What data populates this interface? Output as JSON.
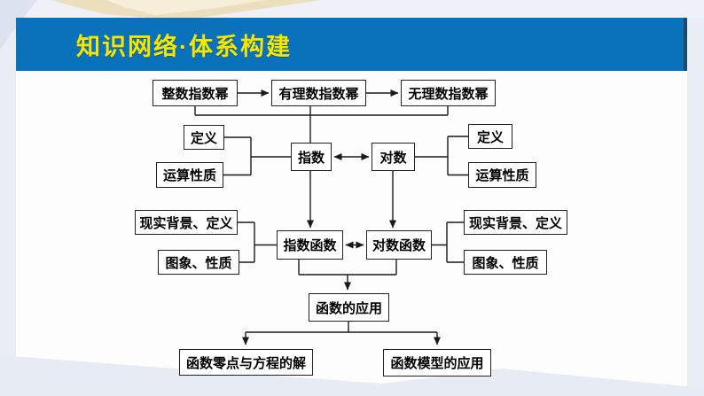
{
  "header": {
    "title": "知识网络·体系构建"
  },
  "colors": {
    "banner": "#0a72ba",
    "banner_edge": "#24476b",
    "title": "#f6e602",
    "line": "#1a1a1a",
    "box_border": "#222222",
    "bg_side": "#e9edf4",
    "bg_top": "#eef1f7",
    "deco_beige": "#ecdfbe",
    "deco_beige_light": "#f7eeda",
    "deco_bottom": "#e6ebf4",
    "deco_corner": "#dde3ee"
  },
  "diagram": {
    "nodes": [
      {
        "id": "integer-exponent",
        "label": "整数指数幂"
      },
      {
        "id": "rational-exponent",
        "label": "有理数指数幂"
      },
      {
        "id": "irrational-exponent",
        "label": "无理数指数幂"
      },
      {
        "id": "definition-left",
        "label": "定义"
      },
      {
        "id": "operation-properties-left",
        "label": "运算性质"
      },
      {
        "id": "exponent",
        "label": "指数"
      },
      {
        "id": "logarithm",
        "label": "对数"
      },
      {
        "id": "definition-right",
        "label": "定义"
      },
      {
        "id": "operation-properties-right",
        "label": "运算性质"
      },
      {
        "id": "background-definition-left",
        "label": "现实背景、定义"
      },
      {
        "id": "graph-properties-left",
        "label": "图象、性质"
      },
      {
        "id": "exponential-function",
        "label": "指数函数"
      },
      {
        "id": "logarithmic-function",
        "label": "对数函数"
      },
      {
        "id": "background-definition-right",
        "label": "现实背景、定义"
      },
      {
        "id": "graph-properties-right",
        "label": "图象、性质"
      },
      {
        "id": "function-application",
        "label": "函数的应用"
      },
      {
        "id": "zeros-and-equations",
        "label": "函数零点与方程的解"
      },
      {
        "id": "function-models",
        "label": "函数模型的应用"
      }
    ],
    "edges": [
      {
        "from": "integer-exponent",
        "to": "rational-exponent",
        "style": "arrow"
      },
      {
        "from": "rational-exponent",
        "to": "irrational-exponent",
        "style": "arrow"
      },
      {
        "from": "exponent-power-row",
        "to": "exponent",
        "style": "line"
      },
      {
        "from": "definition-left",
        "to": "exponent",
        "style": "line"
      },
      {
        "from": "operation-properties-left",
        "to": "exponent",
        "style": "line"
      },
      {
        "from": "exponent",
        "to": "logarithm",
        "style": "double-arrow"
      },
      {
        "from": "logarithm",
        "to": "definition-right",
        "style": "line"
      },
      {
        "from": "logarithm",
        "to": "operation-properties-right",
        "style": "line"
      },
      {
        "from": "exponent",
        "to": "exponential-function",
        "style": "arrow"
      },
      {
        "from": "logarithm",
        "to": "logarithmic-function",
        "style": "arrow"
      },
      {
        "from": "background-definition-left",
        "to": "exponential-function",
        "style": "line"
      },
      {
        "from": "graph-properties-left",
        "to": "exponential-function",
        "style": "line"
      },
      {
        "from": "exponential-function",
        "to": "logarithmic-function",
        "style": "double-arrow"
      },
      {
        "from": "logarithmic-function",
        "to": "background-definition-right",
        "style": "line"
      },
      {
        "from": "logarithmic-function",
        "to": "graph-properties-right",
        "style": "line"
      },
      {
        "from": "exponential-function",
        "to": "function-application",
        "style": "arrow"
      },
      {
        "from": "logarithmic-function",
        "to": "function-application",
        "style": "arrow"
      },
      {
        "from": "function-application",
        "to": "zeros-and-equations",
        "style": "arrow"
      },
      {
        "from": "function-application",
        "to": "function-models",
        "style": "arrow"
      }
    ]
  }
}
